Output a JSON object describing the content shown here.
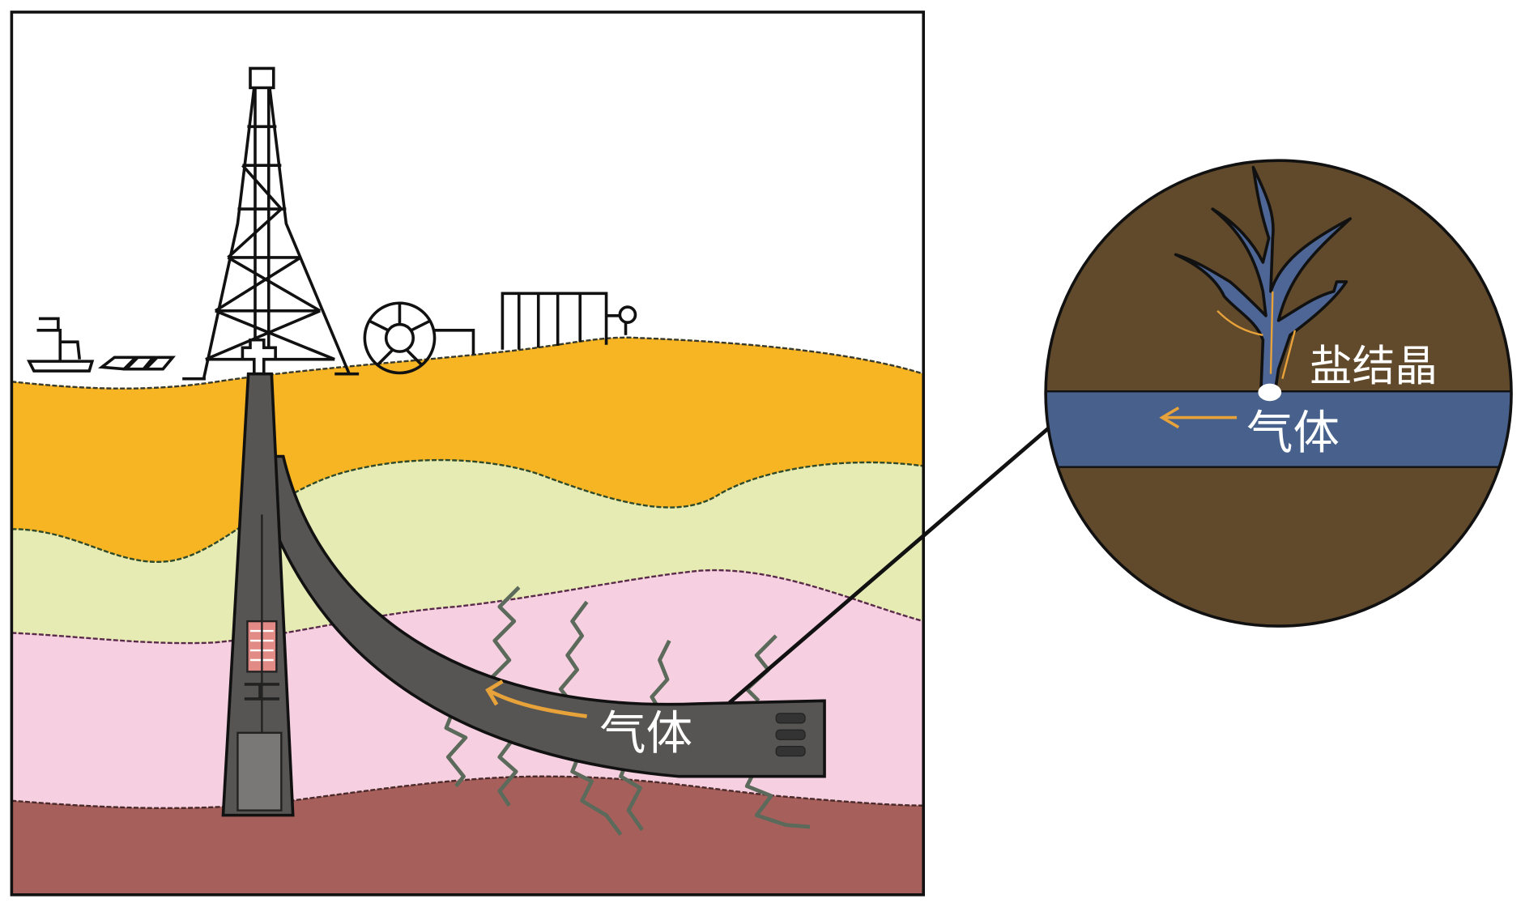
{
  "labels": {
    "gas_main": "气体",
    "gas_inset": "气体",
    "salt_crystal": "盐结晶"
  },
  "colors": {
    "orange_layer": "#f7b423",
    "green_layer": "#e6ebb3",
    "pink_layer": "#f6cfe0",
    "red_layer": "#a75f5b",
    "pipe": "#575553",
    "inset_rock": "#614a2b",
    "inset_gas_band": "#47618c",
    "flow_arrow": "#e7a23a"
  }
}
